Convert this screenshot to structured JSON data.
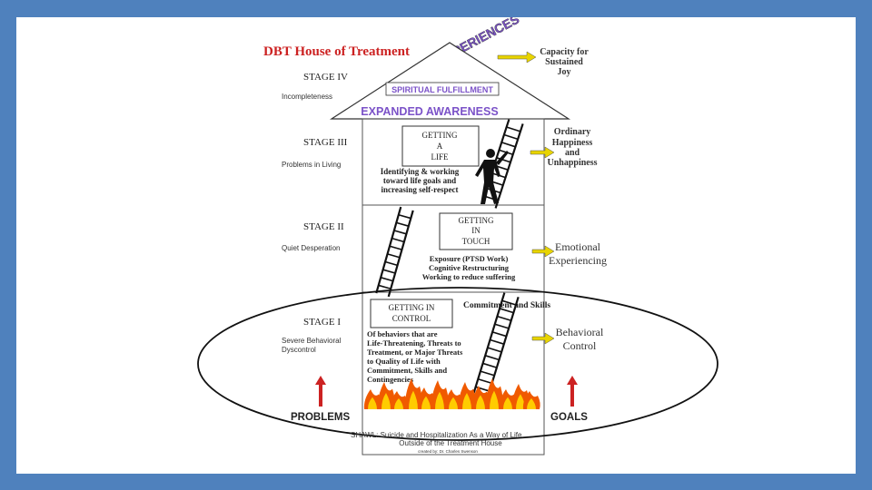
{
  "title": "DBT House of Treatment",
  "peak": "PEAK EXPERIENCES",
  "roof": {
    "spiritual": "SPIRITUAL FULFILLMENT",
    "expanded": "EXPANDED AWARENESS"
  },
  "stages": [
    {
      "label": "STAGE IV",
      "problem": "Incompleteness"
    },
    {
      "label": "STAGE III",
      "problem": "Problems in Living"
    },
    {
      "label": "STAGE II",
      "problem": "Quiet Desperation"
    },
    {
      "label": "STAGE I",
      "problem_line1": "Severe Behavioral",
      "problem_line2": "Dyscontrol"
    }
  ],
  "goals": {
    "stage4": [
      "Capacity for",
      "Sustained",
      "Joy"
    ],
    "stage3": [
      "Ordinary",
      "Happiness",
      "and",
      "Unhappiness"
    ],
    "stage2": [
      "Emotional",
      "Experiencing"
    ],
    "stage1": [
      "Behavioral",
      "Control"
    ]
  },
  "boxes": {
    "getting_life": [
      "GETTING",
      "A",
      "LIFE"
    ],
    "getting_touch": [
      "GETTING",
      "IN",
      "TOUCH"
    ],
    "getting_control": [
      "GETTING IN",
      "CONTROL"
    ]
  },
  "descriptions": {
    "stage3": [
      "Identifying & working",
      "toward life goals and",
      "increasing self-respect"
    ],
    "stage2": [
      "Exposure (PTSD Work)",
      "Cognitive Restructuring",
      "Working to reduce suffering"
    ],
    "stage1": [
      "Of behaviors that are",
      "Life-Threatening, Threats to",
      "Treatment, or Major Threats",
      "to Quality of Life with",
      "Commitment, Skills and",
      "Contingencies"
    ]
  },
  "commitment": "Commitment and Skills",
  "problems": "PROBLEMS",
  "goals_label": "GOALS",
  "shawl": {
    "line1": "SHAWL: Suicide and Hospitalization As a Way of Life",
    "line2": "Outside of the Treatment House",
    "credit": "created by: Dr. Charles Swenson"
  },
  "colors": {
    "background": "#4f81bd",
    "title": "#cc2222",
    "roof_text": "#7b52c8",
    "arrow_up": "#cc2222",
    "arrow_goal": "#e8d400",
    "flame_outer": "#f05a00",
    "flame_inner": "#ffcc00"
  }
}
